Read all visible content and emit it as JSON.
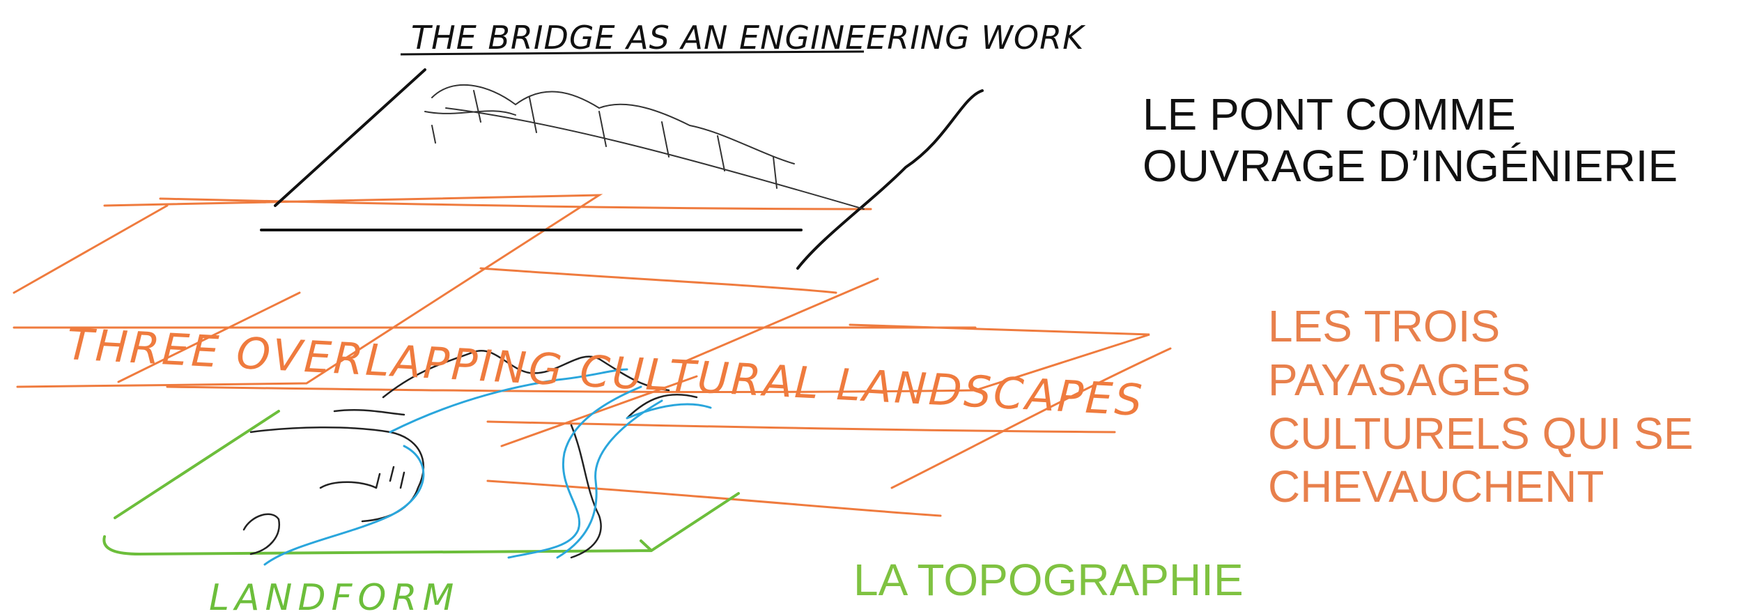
{
  "colors": {
    "ink": "#111111",
    "orange": "#ef7b3e",
    "orange_text": "#e8804c",
    "green": "#6cbe3b",
    "green_text": "#7fc241",
    "blue": "#2aa6dc"
  },
  "labels": {
    "title_en": "THE BRIDGE AS AN ENGINEERING WORK",
    "engineering_fr": [
      "LE PONT COMME",
      "OUVRAGE D’INGÉNIERIE"
    ],
    "cultural_en": "THREE OVERLAPPING CULTURAL LANDSCAPES",
    "cultural_fr": [
      "LES TROIS PAYASAGES",
      "CULTURELS QUI SE",
      "CHEVAUCHENT"
    ],
    "landform_en": "LANDFORM",
    "landform_fr": "LA TOPOGRAPHIE"
  }
}
